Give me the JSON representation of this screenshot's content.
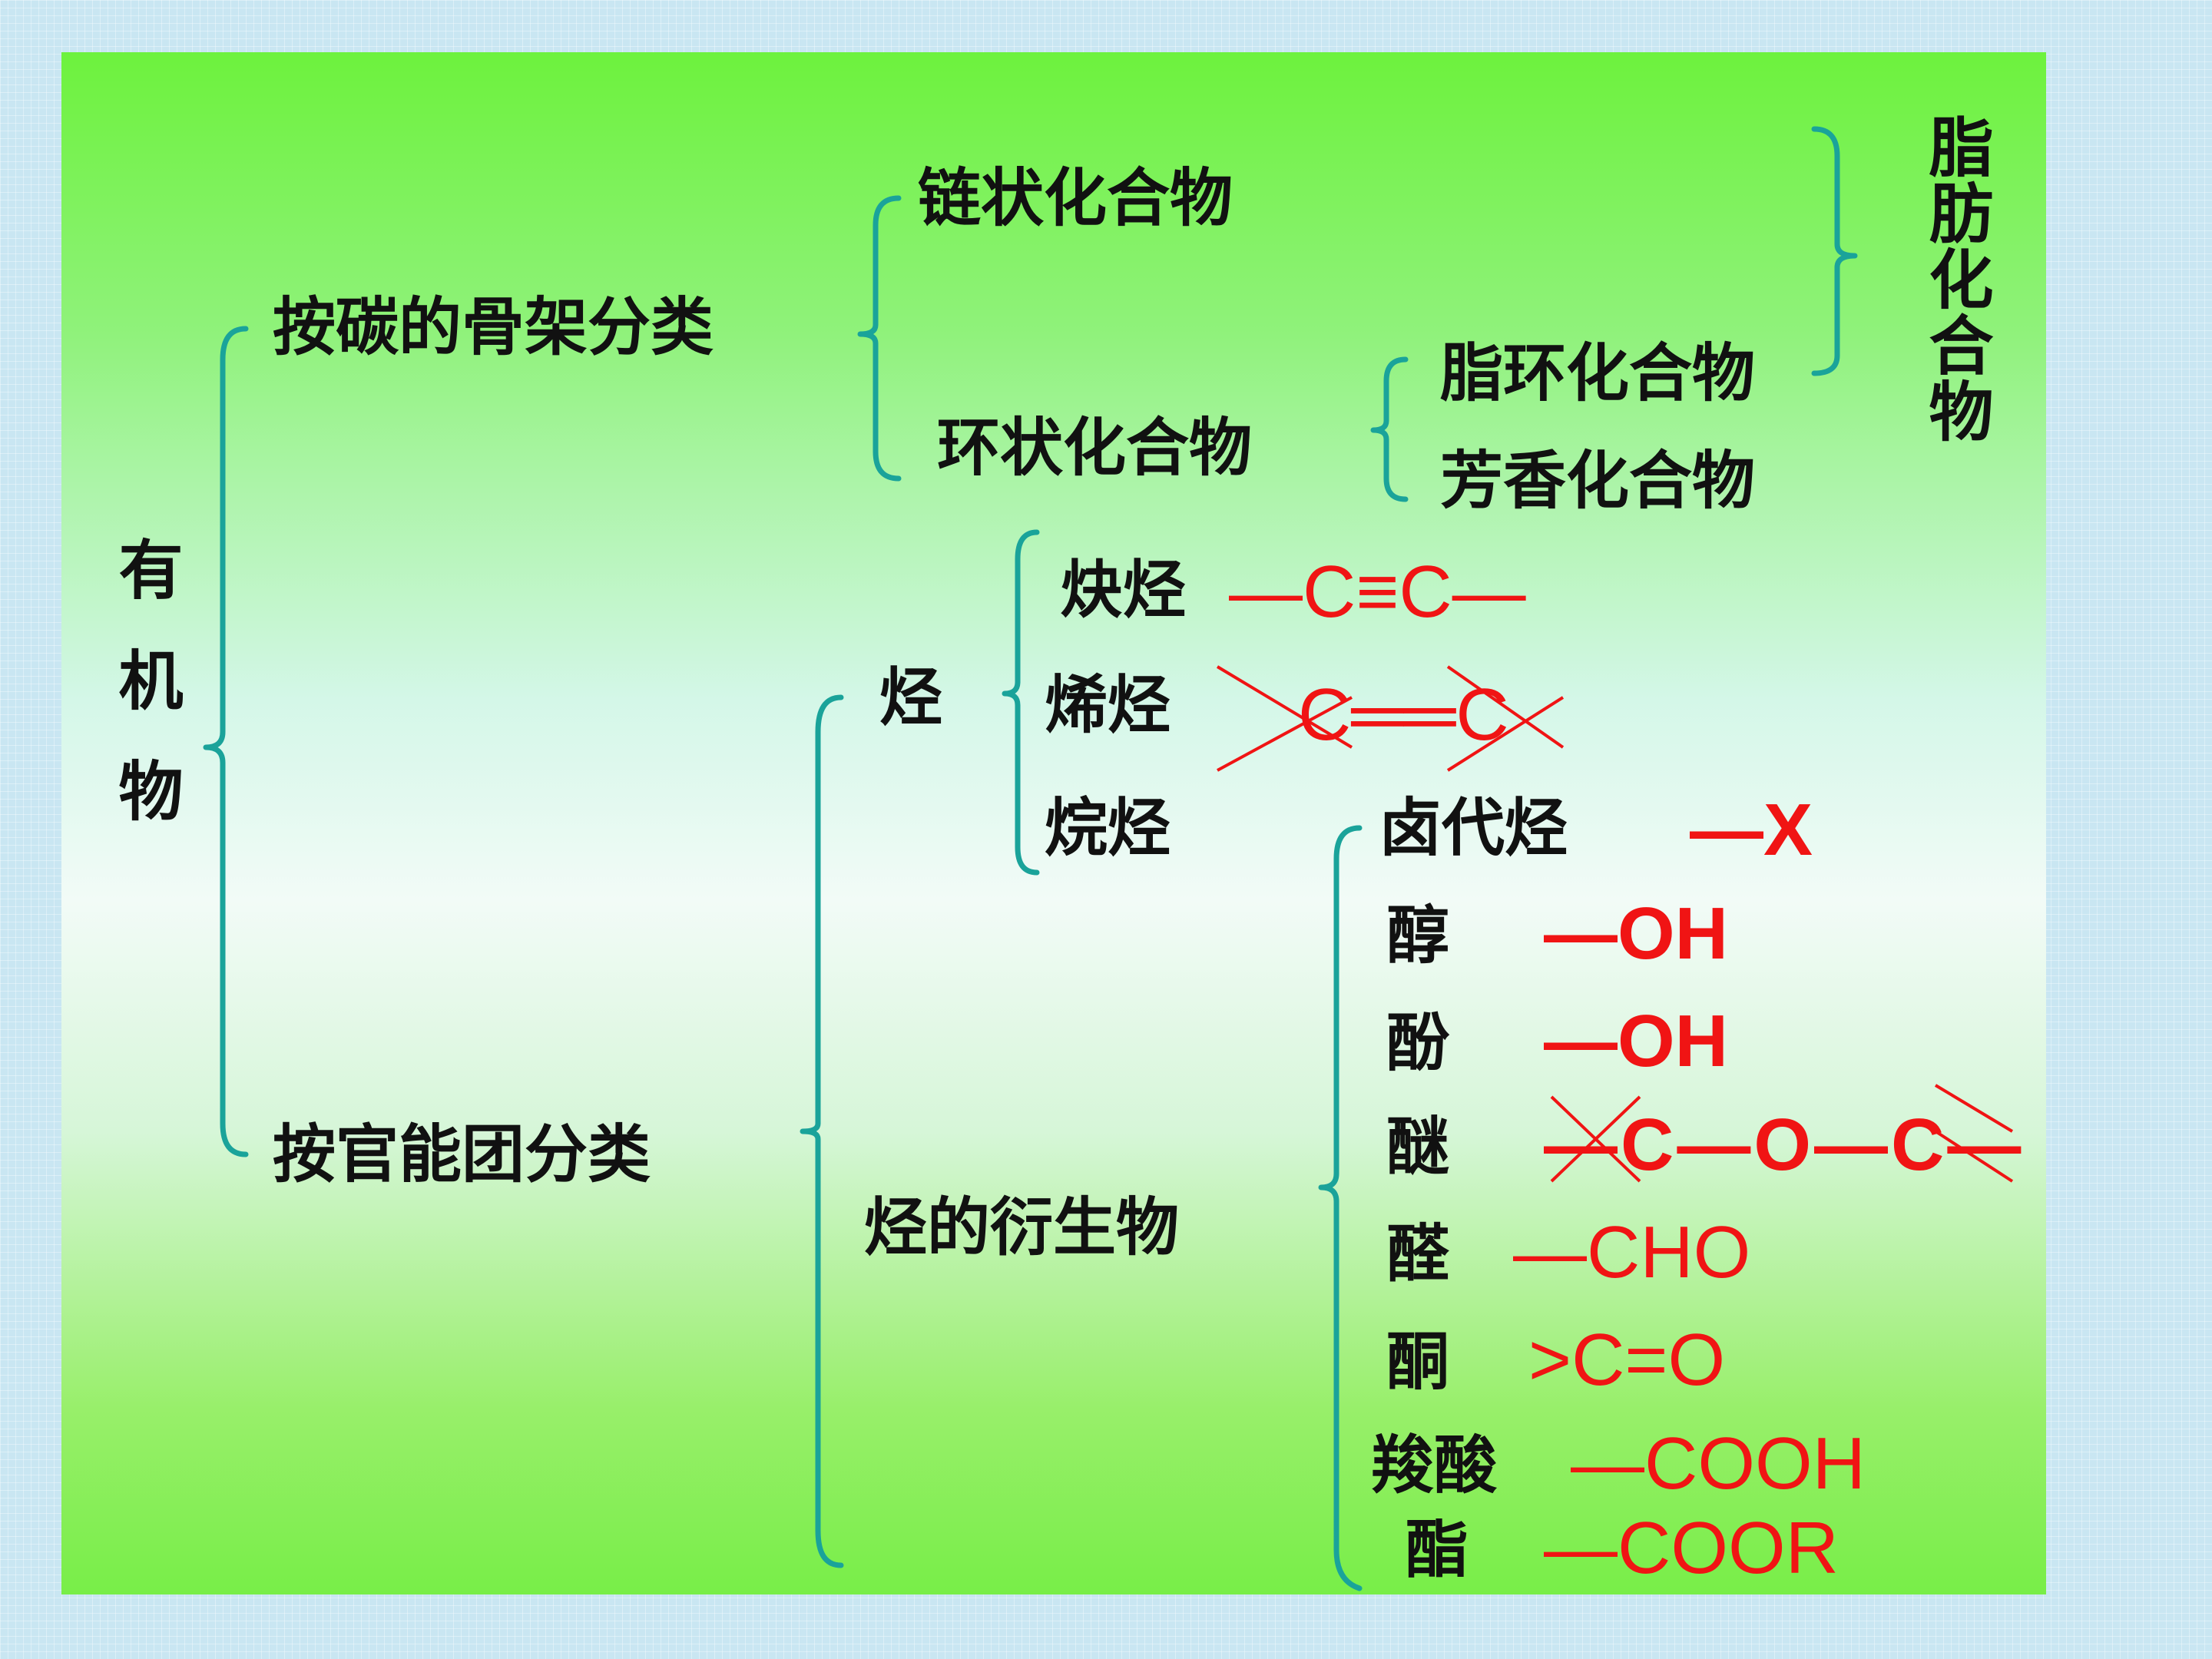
{
  "root": {
    "label": "有机物"
  },
  "carbon_skeleton": {
    "label": "按碳的骨架分类",
    "chain": "链状化合物",
    "ring": "环状化合物",
    "alicyclic": "脂环化合物",
    "aromatic": "芳香化合物",
    "aliphatic": "脂肪化合物"
  },
  "functional_group": {
    "label": "按官能团分类",
    "hydrocarbon": {
      "label": "烃",
      "alkyne": {
        "name": "炔烃",
        "group": "—C≡C—"
      },
      "alkene": {
        "name": "烯烃",
        "group": "C══C"
      },
      "alkane": {
        "name": "烷烃"
      }
    },
    "derivatives": {
      "label": "烃的衍生物",
      "items": [
        {
          "name": "卤代烃",
          "group": "—X"
        },
        {
          "name": "醇",
          "group": "—OH"
        },
        {
          "name": "酚",
          "group": "—OH"
        },
        {
          "name": "醚",
          "group": "—C—O—C—"
        },
        {
          "name": "醛",
          "group": "—CHO"
        },
        {
          "name": "酮",
          "group": ">C=O"
        },
        {
          "name": "羧酸",
          "group": "—COOH"
        },
        {
          "name": "酯",
          "group": "—COOR"
        }
      ]
    }
  },
  "colors": {
    "brace": "#1aa39a",
    "formula": "#f01414",
    "panel": "#78ee48",
    "background": "#c9e6f2"
  }
}
